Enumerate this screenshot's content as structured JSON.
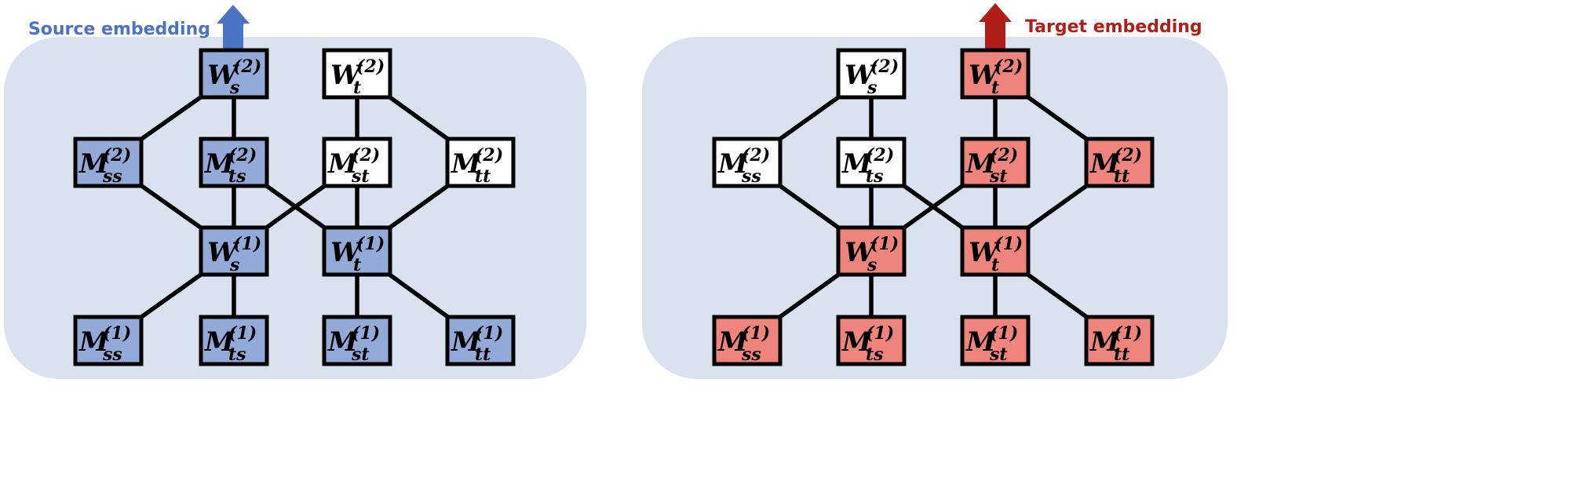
{
  "colors": {
    "panel": "#dbe2ef",
    "source_fill": "#93a9d8",
    "target_fill": "#ef847c",
    "plain_fill": "#ffffff",
    "source_arrow": "#4a74c3",
    "target_arrow": "#b11e17",
    "source_text": "#4a74c3",
    "target_text": "#b11e17"
  },
  "panels": [
    {
      "id": "source",
      "caption": "Source embedding",
      "caption_color": "source_text",
      "arrow_color": "source_arrow",
      "highlight": "source_fill",
      "nodes": [
        {
          "id": "W2s",
          "base": "W",
          "sub": "s",
          "sup": "(2)",
          "highlighted": true
        },
        {
          "id": "W2t",
          "base": "W",
          "sub": "t",
          "sup": "(2)",
          "highlighted": false
        },
        {
          "id": "M2ss",
          "base": "M",
          "sub": "ss",
          "sup": "(2)",
          "highlighted": true
        },
        {
          "id": "M2ts",
          "base": "M",
          "sub": "ts",
          "sup": "(2)",
          "highlighted": true
        },
        {
          "id": "M2st",
          "base": "M",
          "sub": "st",
          "sup": "(2)",
          "highlighted": false
        },
        {
          "id": "M2tt",
          "base": "M",
          "sub": "tt",
          "sup": "(2)",
          "highlighted": false
        },
        {
          "id": "W1s",
          "base": "W",
          "sub": "s",
          "sup": "(1)",
          "highlighted": true
        },
        {
          "id": "W1t",
          "base": "W",
          "sub": "t",
          "sup": "(1)",
          "highlighted": true
        },
        {
          "id": "M1ss",
          "base": "M",
          "sub": "ss",
          "sup": "(1)",
          "highlighted": true
        },
        {
          "id": "M1ts",
          "base": "M",
          "sub": "ts",
          "sup": "(1)",
          "highlighted": true
        },
        {
          "id": "M1st",
          "base": "M",
          "sub": "st",
          "sup": "(1)",
          "highlighted": true
        },
        {
          "id": "M1tt",
          "base": "M",
          "sub": "tt",
          "sup": "(1)",
          "highlighted": true
        }
      ]
    },
    {
      "id": "target",
      "caption": "Target embedding",
      "caption_color": "target_text",
      "arrow_color": "target_arrow",
      "highlight": "target_fill",
      "nodes": [
        {
          "id": "W2s",
          "base": "W",
          "sub": "s",
          "sup": "(2)",
          "highlighted": false
        },
        {
          "id": "W2t",
          "base": "W",
          "sub": "t",
          "sup": "(2)",
          "highlighted": true
        },
        {
          "id": "M2ss",
          "base": "M",
          "sub": "ss",
          "sup": "(2)",
          "highlighted": false
        },
        {
          "id": "M2ts",
          "base": "M",
          "sub": "ts",
          "sup": "(2)",
          "highlighted": false
        },
        {
          "id": "M2st",
          "base": "M",
          "sub": "st",
          "sup": "(2)",
          "highlighted": true
        },
        {
          "id": "M2tt",
          "base": "M",
          "sub": "tt",
          "sup": "(2)",
          "highlighted": true
        },
        {
          "id": "W1s",
          "base": "W",
          "sub": "s",
          "sup": "(1)",
          "highlighted": true
        },
        {
          "id": "W1t",
          "base": "W",
          "sub": "t",
          "sup": "(1)",
          "highlighted": true
        },
        {
          "id": "M1ss",
          "base": "M",
          "sub": "ss",
          "sup": "(1)",
          "highlighted": true
        },
        {
          "id": "M1ts",
          "base": "M",
          "sub": "ts",
          "sup": "(1)",
          "highlighted": true
        },
        {
          "id": "M1st",
          "base": "M",
          "sub": "st",
          "sup": "(1)",
          "highlighted": true
        },
        {
          "id": "M1tt",
          "base": "M",
          "sub": "tt",
          "sup": "(1)",
          "highlighted": true
        }
      ]
    }
  ],
  "edges": [
    [
      "W2s",
      "M2ss"
    ],
    [
      "W2s",
      "M2ts"
    ],
    [
      "W2t",
      "M2st"
    ],
    [
      "W2t",
      "M2tt"
    ],
    [
      "M2ss",
      "W1s"
    ],
    [
      "M2ts",
      "W1s"
    ],
    [
      "M2st",
      "W1s"
    ],
    [
      "M2ts",
      "W1t"
    ],
    [
      "M2st",
      "W1t"
    ],
    [
      "M2tt",
      "W1t"
    ],
    [
      "W1s",
      "M1ss"
    ],
    [
      "W1s",
      "M1ts"
    ],
    [
      "W1t",
      "M1st"
    ],
    [
      "W1t",
      "M1tt"
    ]
  ]
}
